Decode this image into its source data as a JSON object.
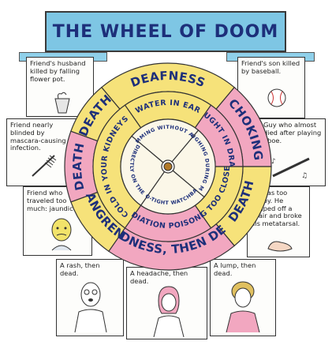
{
  "title": "THE WHEEL OF DOOM",
  "panels": {
    "p1": "Friend's husband killed by falling flower pot.",
    "p2": "Friend nearly blinded by mascara-causing infection.",
    "p3": "Friend who traveled too much: jaundice.",
    "p4": "Friend's son killed by baseball.",
    "p5": "Guy who almost died after playing oboe.",
    "p6": "He was too happy. He jumped off a chair and broke his metatarsal.",
    "p7": "A rash, then dead.",
    "p8": "A headache, then dead.",
    "p9": "A lump, then dead."
  },
  "wheel": {
    "outer": [
      "DEAFNESS",
      "CHOKING",
      "DEATH",
      "BLINDNESS, THEN DEATH",
      "GANGRENE",
      "DEATH",
      "DEATH"
    ],
    "middle": [
      "WATER IN EAR",
      "CAUGHT IN DRAFT",
      "SITTING TOO CLOSE TO TV",
      "RADIATION POISONING",
      "COLD IN YOUR KIDNEYS"
    ],
    "inner": [
      "SWIMMING WITHOUT A CAP",
      "LAUGHING DURING MEAL",
      "TOO-TIGHT WATCHBAND",
      "SITTING DIRECTLY ON THE GROUND"
    ]
  },
  "colors": {
    "title_band": "#7ec6e4",
    "outer_ring": [
      "#f6e27a",
      "#f2a7c0",
      "#f6e27a",
      "#f2a7c0",
      "#f6e27a",
      "#f2a7c0",
      "#f6e27a"
    ],
    "middle_ring": [
      "#f6e27a",
      "#f2a7c0",
      "#f6e27a",
      "#f2a7c0",
      "#f6e27a"
    ]
  }
}
